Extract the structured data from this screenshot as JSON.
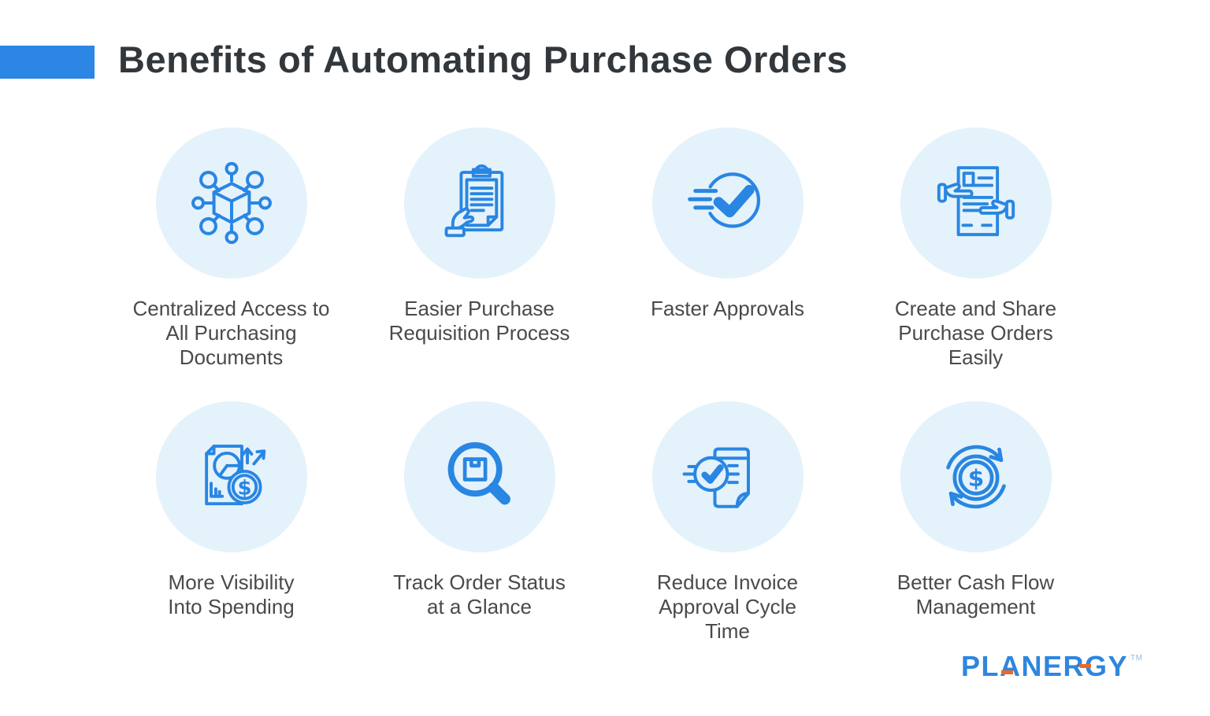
{
  "title": "Benefits of Automating Purchase Orders",
  "colors": {
    "accent": "#2B87E3",
    "icon_stroke": "#2986E2",
    "icon_bg": "#E4F2FB",
    "title_color": "#32373C",
    "label_color": "#4A4A4A",
    "logo_blue": "#2E86DE",
    "logo_orange": "#F26622"
  },
  "benefits": [
    {
      "icon": "network-cube-icon",
      "label": "Centralized Access to\nAll Purchasing\nDocuments"
    },
    {
      "icon": "clipboard-hand-icon",
      "label": "Easier Purchase\nRequisition Process"
    },
    {
      "icon": "fast-check-icon",
      "label": "Faster Approvals"
    },
    {
      "icon": "share-document-icon",
      "label": "Create and Share\nPurchase Orders\nEasily"
    },
    {
      "icon": "spending-report-icon",
      "label": "More Visibility\nInto Spending"
    },
    {
      "icon": "magnifier-box-icon",
      "label": "Track Order Status\nat a Glance"
    },
    {
      "icon": "invoice-check-icon",
      "label": "Reduce Invoice\nApproval Cycle\nTime"
    },
    {
      "icon": "cash-cycle-icon",
      "label": "Better Cash Flow\nManagement"
    }
  ],
  "logo": {
    "text": "PLANERGY",
    "tm": "TM"
  }
}
